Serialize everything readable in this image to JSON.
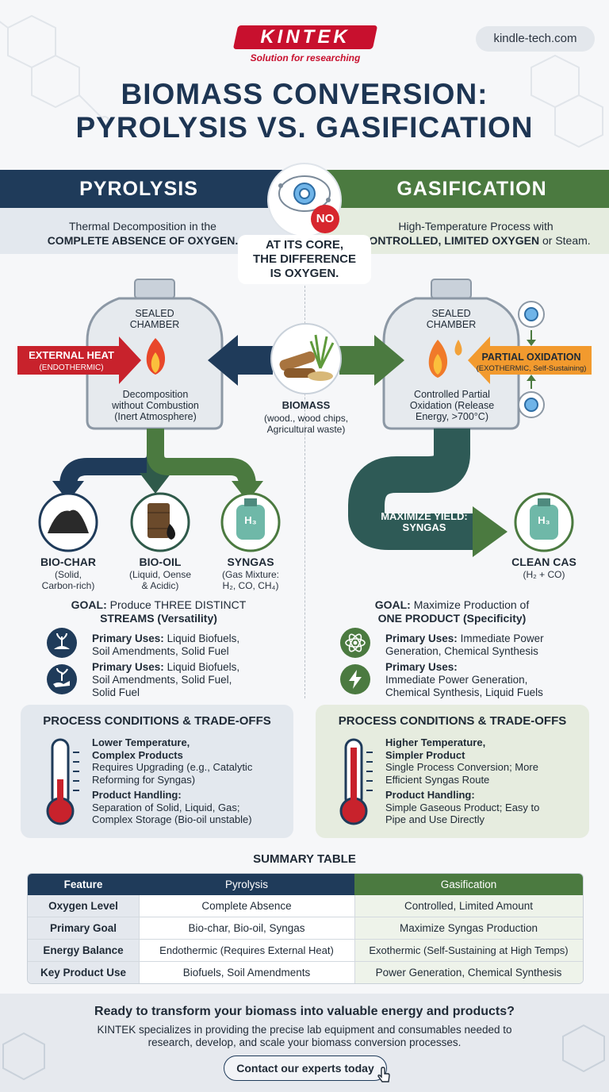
{
  "brand": {
    "name": "KINTEK",
    "tagline": "Solution for researching",
    "url": "kindle-tech.com"
  },
  "title": {
    "line1": "BIOMASS CONVERSION:",
    "line2": "PYROLYSIS VS. GASIFICATION"
  },
  "pyrolysis": {
    "header": "PYROLYSIS",
    "subtitle_line1": "Thermal Decomposition in the",
    "subtitle_line2": "COMPLETE ABSENCE OF OXYGEN.",
    "chamber_label_1": "SEALED",
    "chamber_label_2": "CHAMBER",
    "heat_label": "EXTERNAL HEAT",
    "heat_sub": "(ENDOTHERMIC)",
    "chamber_desc_1": "Decomposition",
    "chamber_desc_2": "without Combustion",
    "chamber_desc_3": "(Inert Atmosphere)",
    "products": [
      {
        "name": "BIO-CHAR",
        "desc1": "(Solid,",
        "desc2": "Carbon-rich)"
      },
      {
        "name": "BIO-OIL",
        "desc1": "(Liquid, Oense",
        "desc2": "& Acidic)"
      },
      {
        "name": "SYNGAS",
        "desc1": "(Gas Mixture:",
        "desc2": "H₂, CO, CH₄)",
        "tank_label": "H₃"
      }
    ],
    "goal_prefix": "GOAL:",
    "goal_line1": "Produce THREE DISTINCT",
    "goal_line2": "STREAMS (Versatility)",
    "uses": [
      {
        "label": "Primary Uses:",
        "text1": "Liquid Biofuels,",
        "text2": "Soil Amendments, Solid Fuel"
      },
      {
        "label": "Primary Uses:",
        "text1": "Liquid Biofuels,",
        "text2": "Soil Amendments, Solid Fuel,",
        "text3": "Solid Fuel"
      }
    ],
    "panel": {
      "title": "PROCESS CONDITIONS & TRADE-OFFS",
      "h1a": "Lower Temperature,",
      "h1b": "Complex Products",
      "t1a": "Requires Upgrading (e.g., Catalytic",
      "t1b": "Reforming for Syngas)",
      "h2": "Product Handling:",
      "t2a": "Separation of Solid, Liquid, Gas;",
      "t2b": "Complex Storage (Bio-oil unstable)"
    }
  },
  "gasification": {
    "header": "GASIFICATION",
    "subtitle_line1": "High-Temperature Process with",
    "subtitle_line2a": "CONTROLLED, LIMITED OXYGEN",
    "subtitle_line2b": " or Steam.",
    "chamber_label_1": "SEALED",
    "chamber_label_2": "CHAMBER",
    "ox_label": "PARTIAL OXIDATION",
    "ox_sub": "(EXOTHERMIC, Self-Sustaining)",
    "chamber_desc_1": "Controlled Partial",
    "chamber_desc_2": "Oxidation (Release",
    "chamber_desc_3": "Energy, >700°C)",
    "yield_1": "MAXIMIZE YIELD:",
    "yield_2": "SYNGAS",
    "product": {
      "name": "CLEAN CAS",
      "desc": "(H₂ + CO)",
      "tank_label": "H₃"
    },
    "goal_prefix": "GOAL:",
    "goal_line1": "Maximize Production of",
    "goal_line2": "ONE PRODUCT (Specificity)",
    "uses": [
      {
        "label": "Primary Uses:",
        "text1": "Immediate Power",
        "text2": "Generation, Chemical Synthesis"
      },
      {
        "label": "Primary Uses:",
        "text1": "Immediate Power Generation,",
        "text2": "Chemical Synthesis, Liquid Fuels"
      }
    ],
    "panel": {
      "title": "PROCESS CONDITIONS & TRADE-OFFS",
      "h1a": "Higher Temperature,",
      "h1b": "Simpler Product",
      "t1a": "Single Process Conversion; More",
      "t1b": "Efficient Syngas Route",
      "h2": "Product Handling:",
      "t2a": "Simple Gaseous Product; Easy to",
      "t2b": "Pipe and Use Directly"
    }
  },
  "center": {
    "no_label": "NO",
    "core_1": "AT ITS CORE,",
    "core_2": "THE DIFFERENCE",
    "core_3": "IS OXYGEN.",
    "biomass": "BIOMASS",
    "biomass_desc1": "(wood., wood chips,",
    "biomass_desc2": "Agricultural waste)"
  },
  "summary": {
    "title": "SUMMARY TABLE",
    "headers": [
      "Feature",
      "Pyrolysis",
      "Gasification"
    ],
    "rows": [
      [
        "Oxygen Level",
        "Complete Absence",
        "Controlled, Limited Amount"
      ],
      [
        "Primary Goal",
        "Bio-char, Bio-oil, Syngas",
        "Maximize Syngas Production"
      ],
      [
        "Energy Balance",
        "Endothermic (Requires External Heat)",
        "Exothermic (Self-Sustaining at High Temps)"
      ],
      [
        "Key Product Use",
        "Biofuels, Soil Amendments",
        "Power Generation, Chemical Synthesis"
      ]
    ]
  },
  "footer": {
    "headline": "Ready to transform your biomass into valuable energy and products?",
    "body1": "KINTEK specializes in providing the precise lab equipment and consumables needed to",
    "body2": "research, develop, and scale your biomass conversion processes.",
    "cta": "Contact our experts today"
  },
  "colors": {
    "navy": "#1f3b5a",
    "green": "#4b7a40",
    "red": "#c8102e",
    "orange": "#f29a2e"
  }
}
